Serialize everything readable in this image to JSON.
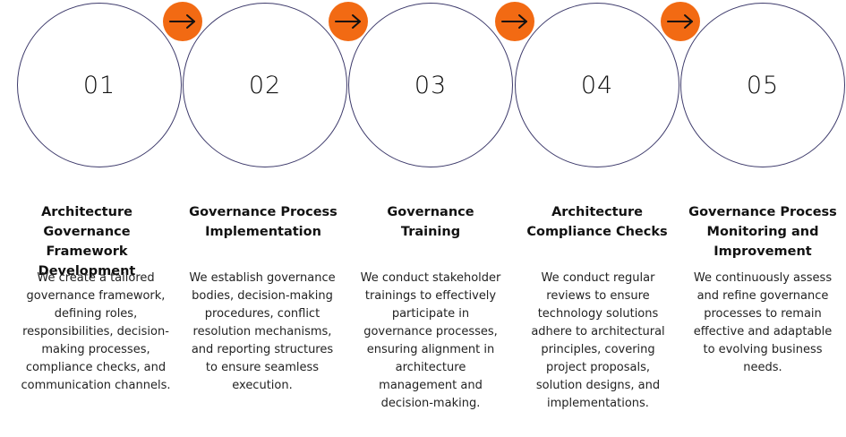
{
  "accent_color": "#f26a13",
  "circle_border_color": "#3d3a6b",
  "arrow_icon": "arrow-right-icon",
  "steps": [
    {
      "number": "01",
      "title": "Architecture Governance Framework Development",
      "description": "We create a tailored governance framework, defining roles, responsibilities, decision-making processes, compliance checks, and communication channels."
    },
    {
      "number": "02",
      "title": "Governance Process Implementation",
      "description": "We establish governance bodies, decision-making procedures, conflict resolution mechanisms, and reporting structures to ensure seamless execution."
    },
    {
      "number": "03",
      "title": "Governance Training",
      "description": "We conduct stakeholder trainings to effectively participate in governance processes, ensuring alignment in architecture management and decision-making."
    },
    {
      "number": "04",
      "title": "Architecture Compliance Checks",
      "description": "We conduct regular reviews to ensure technology solutions adhere to architectural principles, covering project proposals, solution designs, and implementations."
    },
    {
      "number": "05",
      "title": "Governance Process Monitoring and Improvement",
      "description": "We continuously assess and refine governance processes to remain effective and adaptable to evolving business needs."
    }
  ]
}
